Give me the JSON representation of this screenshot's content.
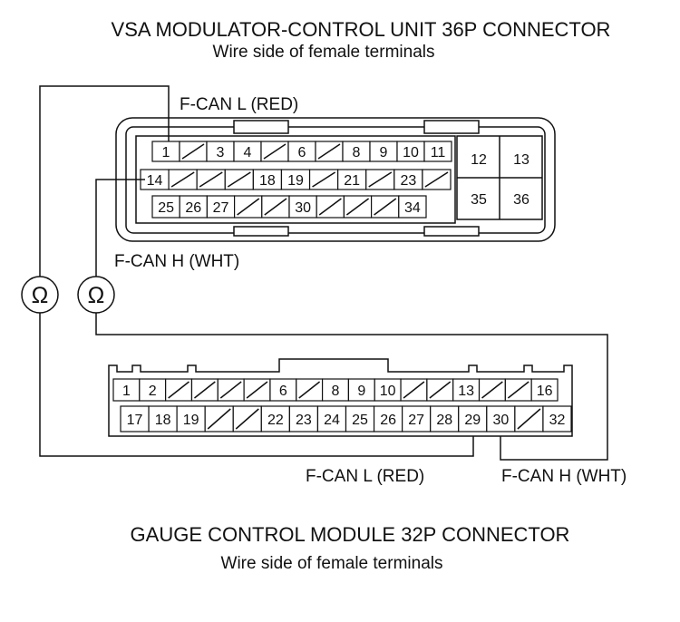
{
  "vsa": {
    "title": "VSA MODULATOR-CONTROL UNIT 36P CONNECTOR",
    "subtitle": "Wire side of female terminals",
    "label_can_l": "F-CAN L (RED)",
    "label_can_h": "F-CAN H (WHT)",
    "row1": [
      "1",
      "",
      "3",
      "4",
      "",
      "6",
      "",
      "8",
      "9",
      "10",
      "11"
    ],
    "row2": [
      "14",
      "",
      "",
      "",
      "18",
      "19",
      "",
      "21",
      "",
      "23",
      ""
    ],
    "row3": [
      "25",
      "26",
      "27",
      "",
      "",
      "30",
      "",
      "",
      "",
      "34"
    ],
    "side_pins": [
      "12",
      "13",
      "35",
      "36"
    ]
  },
  "gauge": {
    "title": "GAUGE CONTROL MODULE 32P CONNECTOR",
    "subtitle": "Wire side of female terminals",
    "label_can_l": "F-CAN L (RED)",
    "label_can_h": "F-CAN H (WHT)",
    "row1": [
      "1",
      "2",
      "",
      "",
      "",
      "",
      "6",
      "",
      "8",
      "9",
      "10",
      "",
      "",
      "13",
      "",
      "",
      "16"
    ],
    "row2": [
      "17",
      "18",
      "19",
      "",
      "",
      "22",
      "23",
      "24",
      "25",
      "26",
      "27",
      "28",
      "29",
      "30",
      "",
      "32"
    ]
  },
  "meters": {
    "symbol": "Ω"
  }
}
